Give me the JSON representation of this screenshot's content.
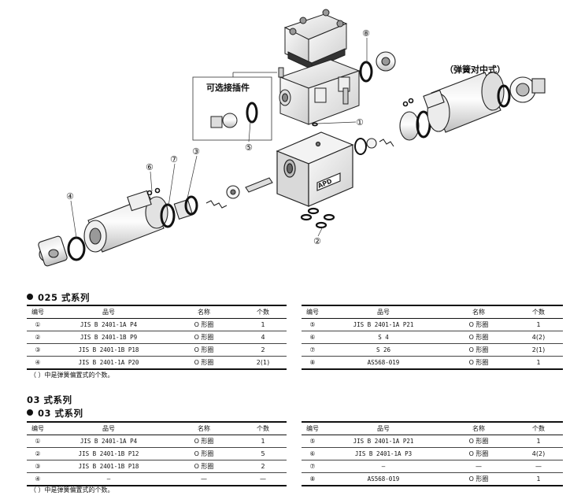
{
  "diagram": {
    "callouts": [
      "①",
      "②",
      "③",
      "④",
      "⑤",
      "⑥",
      "⑦",
      "⑧"
    ],
    "label_optional_plug": "可选接插件",
    "label_spring_center": "（弹簧对中式）",
    "body_mark": "APD"
  },
  "section_025": {
    "title": "025 式系列",
    "headers": [
      "编号",
      "品号",
      "名称",
      "个数"
    ],
    "left_rows": [
      [
        "①",
        "JIS B 2401-1A P4",
        "O 形圈",
        "1"
      ],
      [
        "②",
        "JIS B 2401-1B P9",
        "O 形圈",
        "4"
      ],
      [
        "③",
        "JIS B 2401-1B P18",
        "O 形圈",
        "2"
      ],
      [
        "④",
        "JIS B 2401-1A P20",
        "O 形圈",
        "2(1)"
      ]
    ],
    "right_rows": [
      [
        "⑤",
        "JIS B 2401-1A P21",
        "O 形圈",
        "1"
      ],
      [
        "⑥",
        "S 4",
        "O 形圈",
        "4(2)"
      ],
      [
        "⑦",
        "S 26",
        "O 形圈",
        "2(1)"
      ],
      [
        "⑧",
        "AS568-019",
        "O 形圈",
        "1"
      ]
    ],
    "note": "（  ）中是弹簧偏置式的个数。"
  },
  "section_03": {
    "heading_plain": "03 式系列",
    "title": "03 式系列",
    "headers": [
      "编号",
      "品号",
      "名称",
      "个数"
    ],
    "left_rows": [
      [
        "①",
        "JIS B 2401-1A P4",
        "O 形圈",
        "1"
      ],
      [
        "②",
        "JIS B 2401-1B P12",
        "O 形圈",
        "5"
      ],
      [
        "③",
        "JIS B 2401-1B P18",
        "O 形圈",
        "2"
      ],
      [
        "④",
        "—",
        "—",
        "—"
      ]
    ],
    "right_rows": [
      [
        "⑤",
        "JIS B 2401-1A P21",
        "O 形圈",
        "1"
      ],
      [
        "⑥",
        "JIS B 2401-1A P3",
        "O 形圈",
        "4(2)"
      ],
      [
        "⑦",
        "—",
        "—",
        "—"
      ],
      [
        "⑧",
        "AS568-019",
        "O 形圈",
        "1"
      ]
    ],
    "note": "（  ）中是弹簧偏置式的个数。"
  }
}
